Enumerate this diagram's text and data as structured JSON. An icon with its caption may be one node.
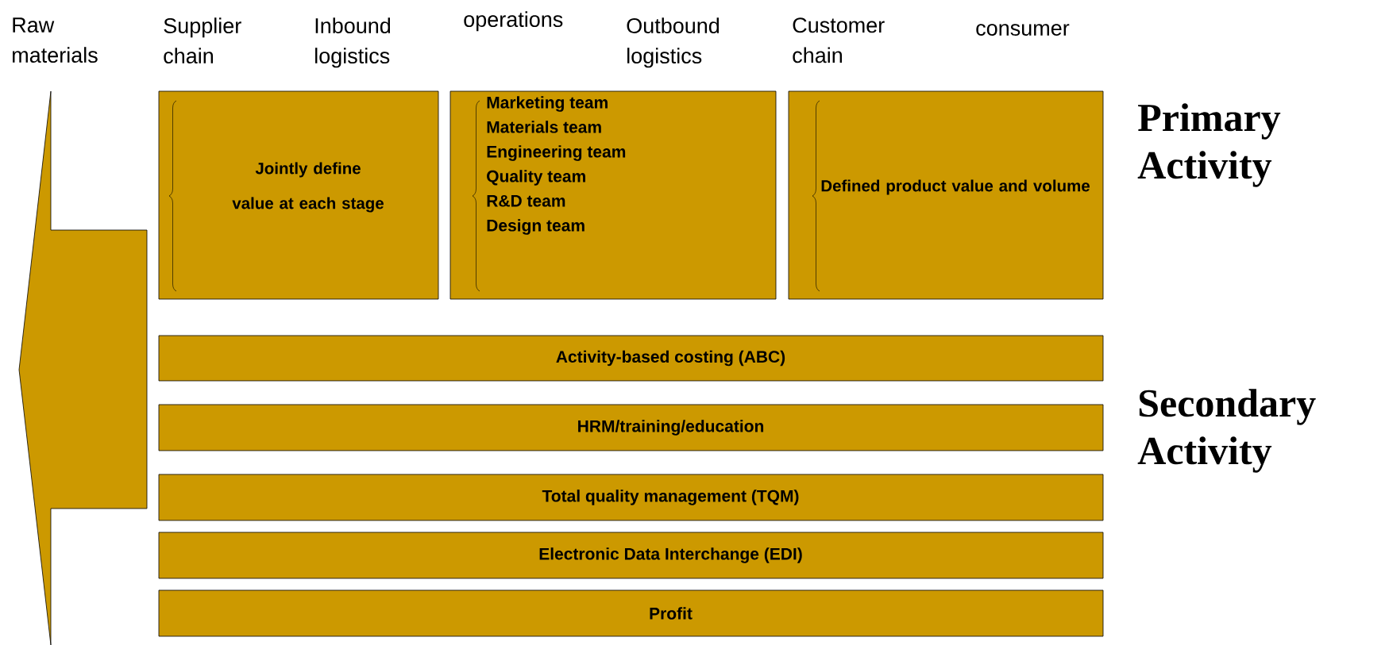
{
  "diagram": {
    "nodes": [
      {
        "text": [
          "Jointly define value at each stage"
        ]
      },
      {
        "text": [
          "Marketing team",
          "Materials team",
          "Engineering team",
          "Quality team",
          "R&D team",
          "Design team"
        ]
      },
      {
        "text": [
          "Defined product value and volume"
        ]
      },
      {
        "text": [
          "Activity-based costing (ABC)"
        ]
      },
      {
        "text": [
          "HRM/training/education"
        ]
      },
      {
        "text": [
          "Total quality management (TQM)"
        ]
      },
      {
        "text": [
          "Electronic Data Interchange (EDI)"
        ]
      },
      {
        "text": [
          "Profit"
        ]
      }
    ],
    "labels": [
      "Raw materials",
      "Supplier chain",
      "Inbound logistics",
      "operations",
      "Outbound logistics",
      "Customer chain",
      "consumer",
      "Primary Activity",
      "Secondary Activity"
    ]
  }
}
